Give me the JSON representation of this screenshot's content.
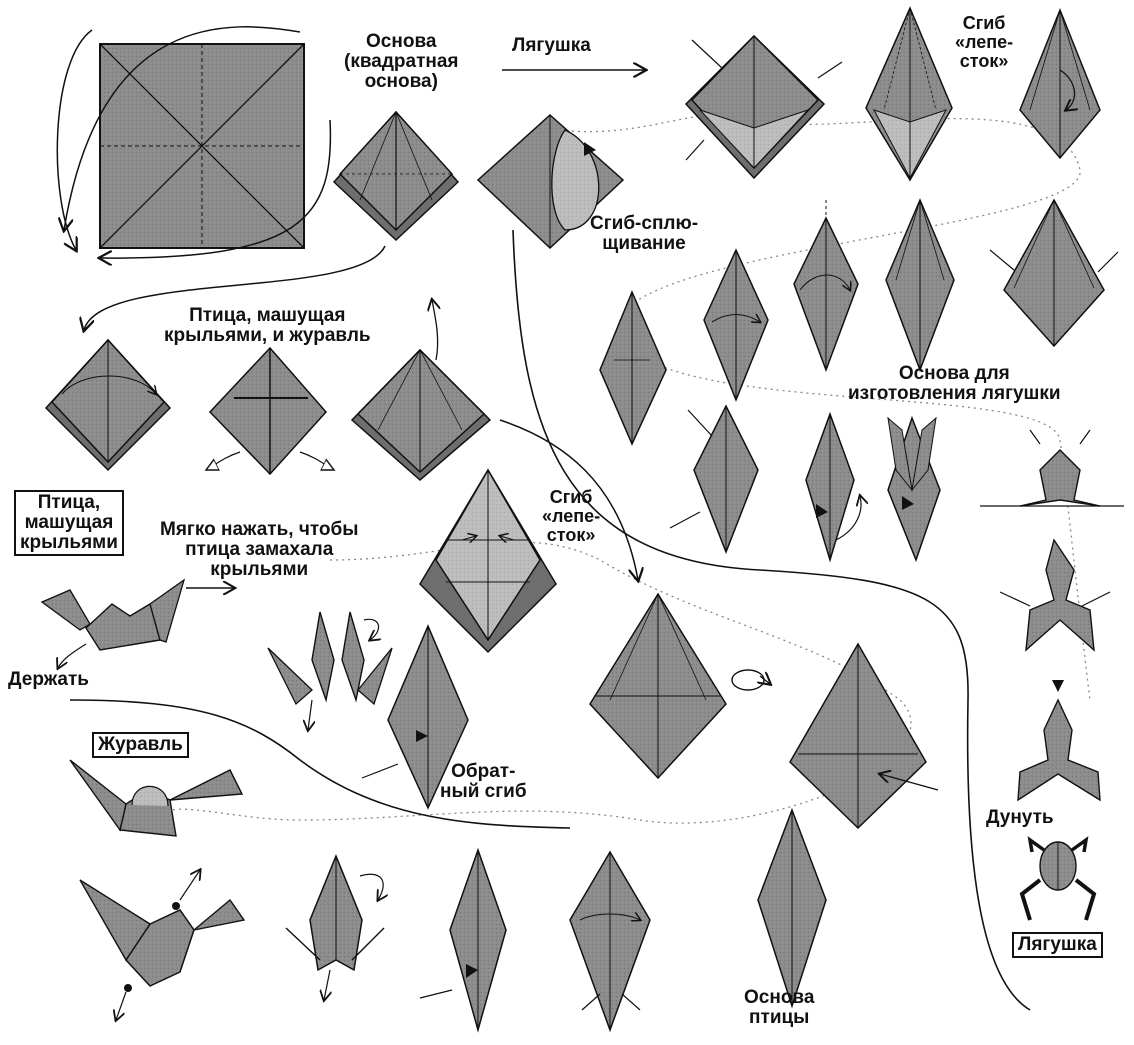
{
  "colors": {
    "paper": "#8a8a8a",
    "paper_light": "#b9b9b9",
    "paper_dark": "#5e5e5e",
    "ink": "#111111"
  },
  "labels": {
    "square_base": [
      "Основа",
      "(квадратная",
      "основа)"
    ],
    "frog_arrow": "Лягушка",
    "petal_fold_top": [
      "Сгиб",
      "«лепе-",
      "сток»"
    ],
    "squash_fold": [
      "Сгиб-сплю-",
      "щивание"
    ],
    "flapping_and_crane": [
      "Птица, машущая",
      "крыльями, и журавль"
    ],
    "frog_base": [
      "Основа для",
      "изготовления лягушки"
    ],
    "flapping_bird_box": [
      "Птица,",
      "машущая",
      "крыльями"
    ],
    "press_gently": [
      "Мягко нажать, чтобы",
      "птица замахала",
      "крыльями"
    ],
    "petal_fold_mid": [
      "Сгиб",
      "«лепе-",
      "сток»"
    ],
    "hold": "Держать",
    "crane_box": "Журавль",
    "reverse_fold": [
      "Обрат-",
      "ный сгиб"
    ],
    "blow": "Дунуть",
    "frog_box": "Лягушка",
    "bird_base": [
      "Основа",
      "птицы"
    ]
  }
}
